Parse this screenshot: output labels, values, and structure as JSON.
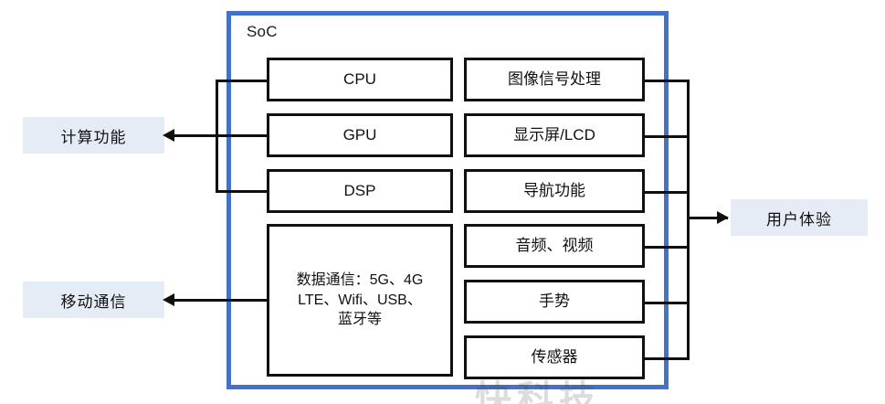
{
  "diagram": {
    "title": "SoC",
    "soc": {
      "label": "SoC",
      "border_color": "#4472C4"
    },
    "compute_blocks": [
      {
        "label": "CPU"
      },
      {
        "label": "GPU"
      },
      {
        "label": "DSP"
      }
    ],
    "comm_block": {
      "line1": "数据通信：5G、4G",
      "line2": "LTE、Wifi、USB、",
      "line3": "蓝牙等"
    },
    "feature_blocks": [
      {
        "label": "图像信号处理"
      },
      {
        "label": "显示屏/LCD"
      },
      {
        "label": "导航功能"
      },
      {
        "label": "音频、视频"
      },
      {
        "label": "手势"
      },
      {
        "label": "传感器"
      }
    ],
    "side_labels": {
      "compute": "计算功能",
      "mobile": "移动通信",
      "experience": "用户体验"
    },
    "label_background": "#E6ECF5",
    "line_color": "#101010",
    "watermark": "快科技"
  }
}
